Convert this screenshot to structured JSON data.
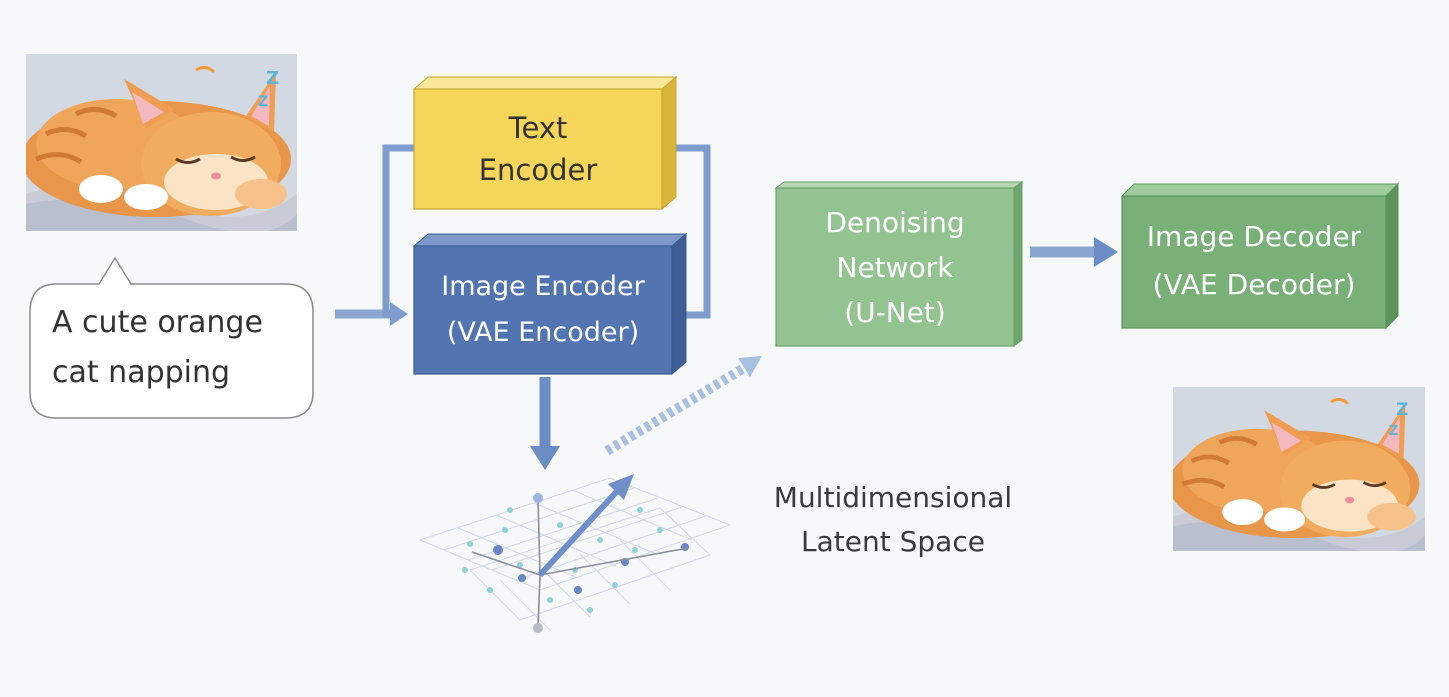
{
  "prompt_bubble": {
    "line1": "A cute orange",
    "line2": "cat napping"
  },
  "text_encoder": {
    "line1": "Text",
    "line2": "Encoder",
    "color": "#f5d54f"
  },
  "image_encoder": {
    "line1": "Image Encoder",
    "line2": "(VAE Encoder)",
    "color": "#4f70ab"
  },
  "denoising_network": {
    "line1": "Denoising",
    "line2": "Network",
    "line3": "(U-Net)",
    "color": "#8fbf8d"
  },
  "image_decoder": {
    "line1": "Image Decoder",
    "line2": "(VAE Decoder)",
    "color": "#73aa73"
  },
  "latent_space": {
    "line1": "Multidimensional",
    "line2": "Latent Space"
  },
  "arrow_color": "#7b97c6",
  "icons": [
    "sleeping-cat-input-image",
    "sleeping-cat-output-image",
    "latent-space-grid-icon",
    "speech-bubble"
  ]
}
